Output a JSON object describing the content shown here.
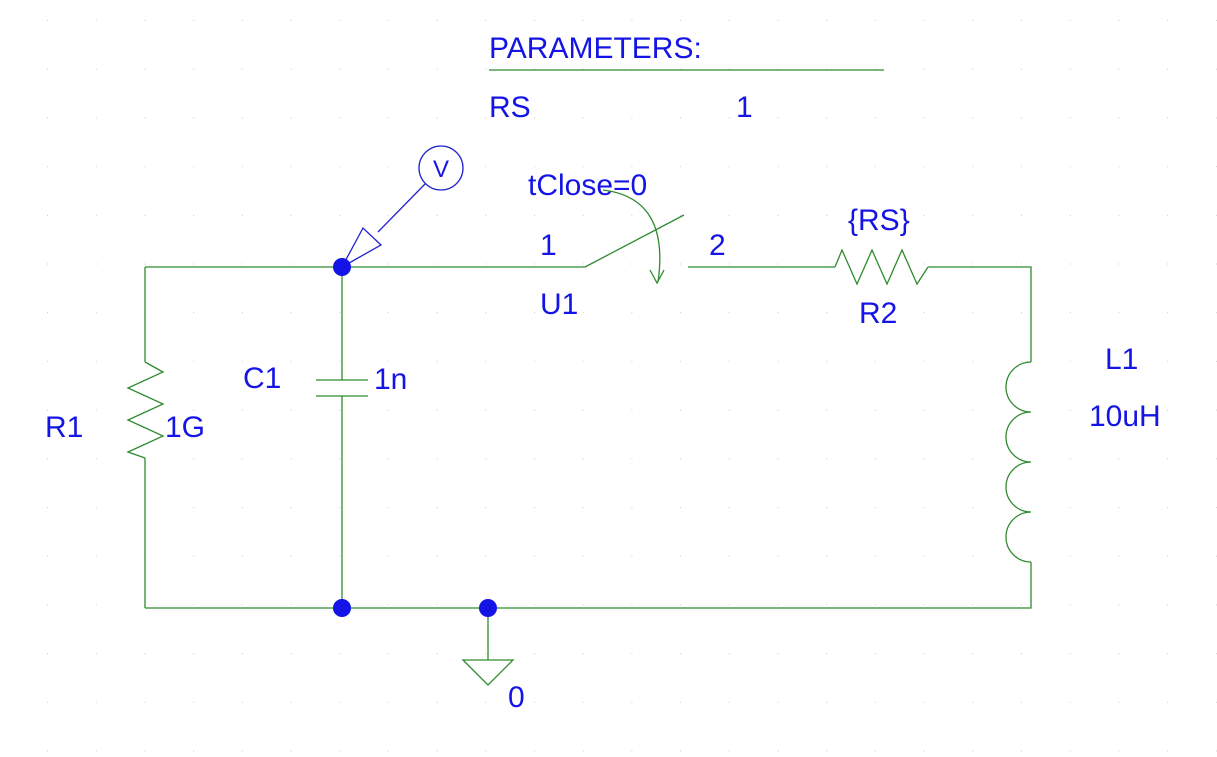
{
  "parameters": {
    "header": "PARAMETERS:",
    "name": "RS",
    "value": "1"
  },
  "probe": {
    "glyph": "V"
  },
  "switch": {
    "property": "tClose=0",
    "pin1": "1",
    "pin2": "2",
    "ref": "U1"
  },
  "r2": {
    "ref": "R2",
    "value": "{RS}"
  },
  "l1": {
    "ref": "L1",
    "value": "10uH"
  },
  "c1": {
    "ref": "C1",
    "value": "1n"
  },
  "r1": {
    "ref": "R1",
    "value": "1G"
  },
  "ground": {
    "net": "0"
  },
  "colors": {
    "wire": "#2f8a2f",
    "text": "#1414e6",
    "junction": "#1414e6",
    "grid": "#c8c8c8"
  }
}
